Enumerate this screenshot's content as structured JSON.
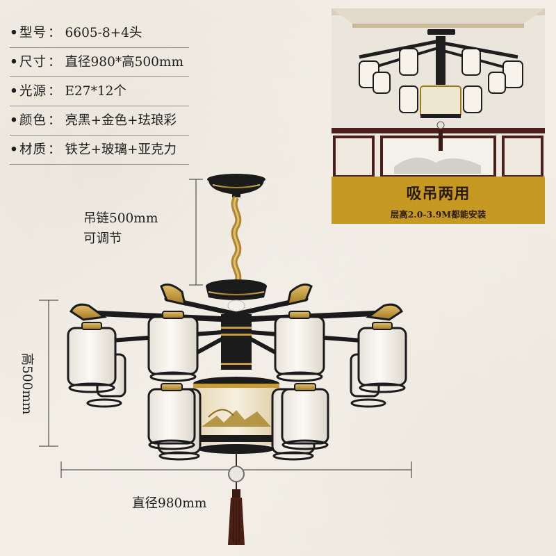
{
  "specs": [
    {
      "bullet": "•",
      "label": "型号",
      "value": "6605-8+4头"
    },
    {
      "bullet": "•",
      "label": "尺寸",
      "value": "直径980*高500mm"
    },
    {
      "bullet": "•",
      "label": "光源",
      "value": "E27*12个"
    },
    {
      "bullet": "•",
      "label": "颜色",
      "value": "亮黑+金色+珐琅彩"
    },
    {
      "bullet": "•",
      "label": "材质",
      "value": "铁艺+玻璃+亚克力"
    }
  ],
  "photo": {
    "caption_title": "吸吊两用",
    "caption_sub": "层高2.0-3.9M都能安装"
  },
  "dimensions": {
    "chain_line1": "吊链500mm",
    "chain_line2": "可调节",
    "height": "高500mm",
    "diameter": "直径980mm"
  },
  "colors": {
    "background": "#f3efe7",
    "gold": "#c69a22",
    "black": "#1b1b1b",
    "glass": "#f6f2ea"
  }
}
